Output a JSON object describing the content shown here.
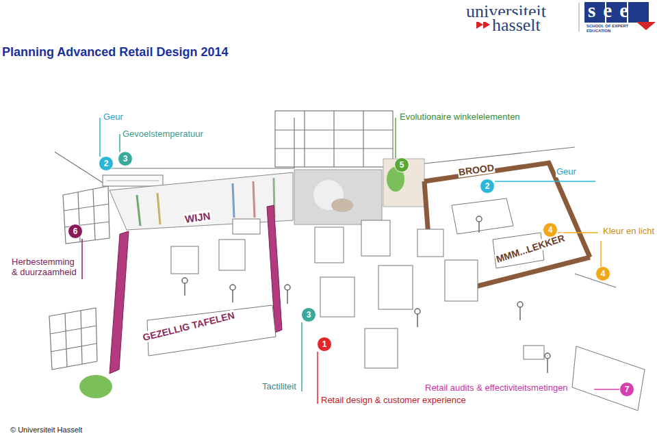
{
  "diagram": {
    "title": "Planning Advanced Retail Design 2014",
    "nodes": [
      {
        "text": [
          "2"
        ]
      },
      {
        "text": [
          "3"
        ]
      },
      {
        "text": [
          "5"
        ]
      },
      {
        "text": [
          "2"
        ]
      },
      {
        "text": [
          "6"
        ]
      },
      {
        "text": [
          "4"
        ]
      },
      {
        "text": [
          "4"
        ]
      },
      {
        "text": [
          "3"
        ]
      },
      {
        "text": [
          "1"
        ]
      },
      {
        "text": [
          "7"
        ]
      }
    ],
    "labels": [
      "universiteit",
      "hasselt",
      "see",
      "SCHOOL OF EXPERT EDUCATION",
      "Geur",
      "Gevoelstemperatuur",
      "Evolutionaire winkelelementen",
      "Geur",
      "Kleur en licht",
      "Herbestemming & duurzaamheid",
      "Tactiliteit",
      "Retail design & customer experience",
      "Retail audits & effectiviteitsmetingen",
      "WIJN",
      "BROOD",
      "MMM...LEKKER",
      "GEZELLIG TAFELEN",
      "© Universiteit Hasselt"
    ]
  }
}
